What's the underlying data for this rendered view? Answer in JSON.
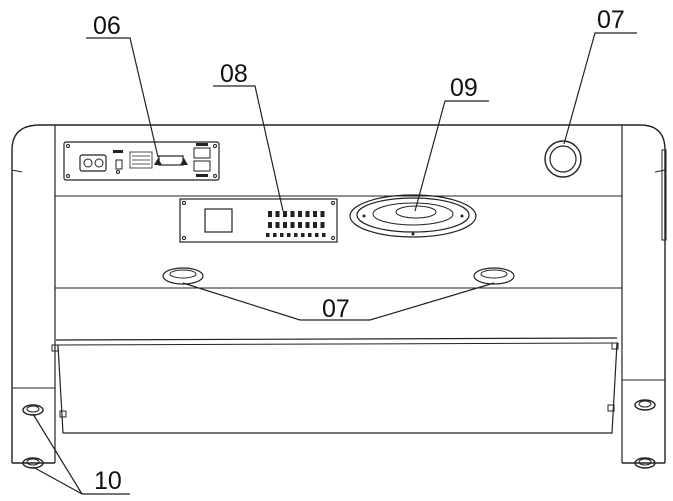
{
  "callouts": {
    "c06": "06",
    "c07_knob": "07",
    "c08": "08",
    "c09": "09",
    "c07_feet": "07",
    "c10": "10"
  },
  "colors": {
    "stroke": "#222222",
    "background": "#ffffff"
  }
}
